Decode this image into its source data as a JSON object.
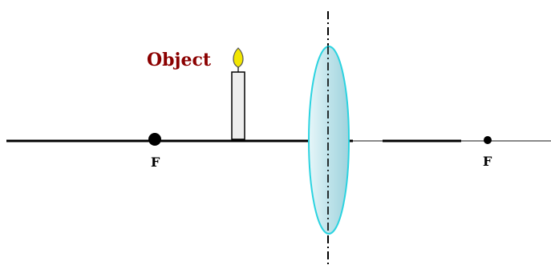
{
  "diagram": {
    "object_label": "Object",
    "focal_point_left_label": "F",
    "focal_point_right_label": "F",
    "icons": {
      "lens": "convex-lens-icon",
      "candle": "candle-icon",
      "flame": "flame-icon"
    },
    "colors": {
      "object_label": "#8b0000",
      "axis": "#000000",
      "axis_right_gray": "#888888",
      "lens_fill": "#bfe3ea",
      "lens_outline": "#2bd3e0",
      "flame": "#f2e600",
      "candle_fill": "#eeeeee"
    }
  }
}
